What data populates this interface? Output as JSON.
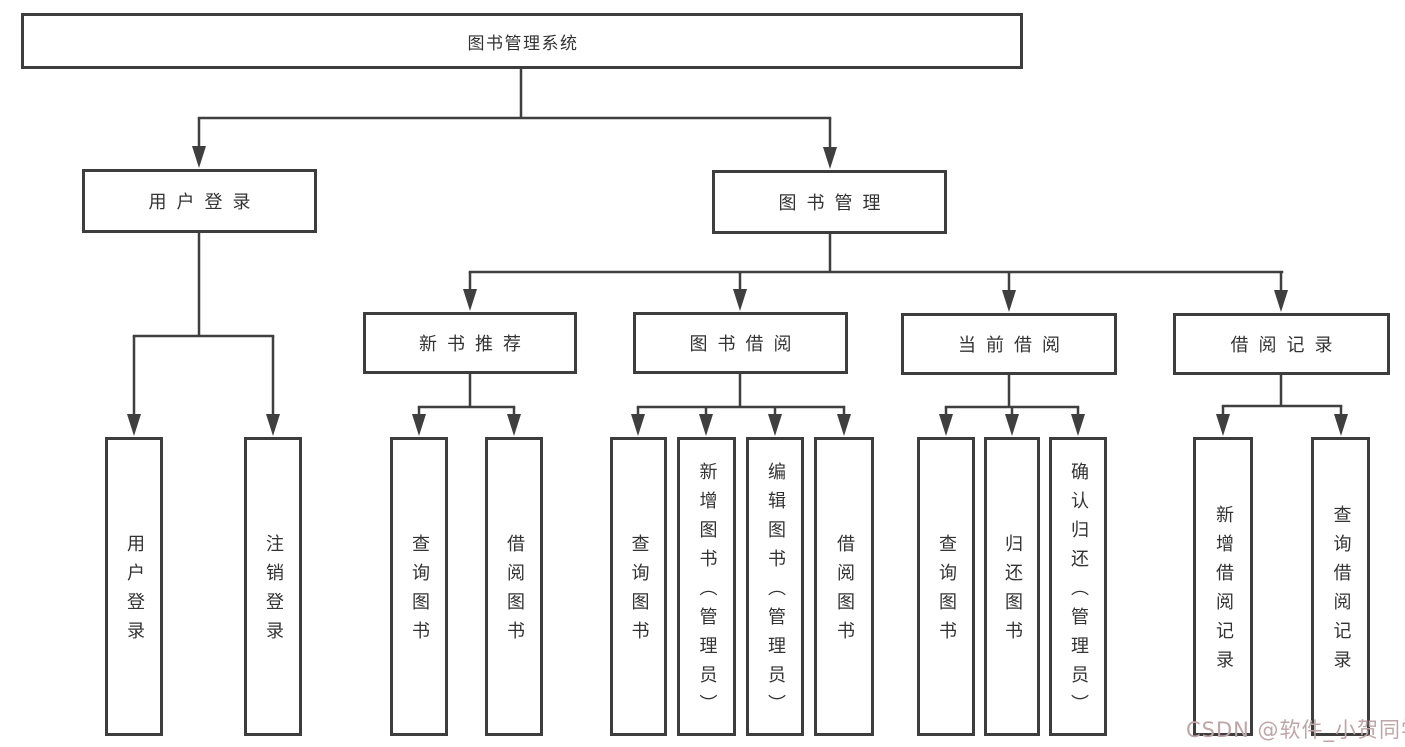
{
  "diagram": {
    "root": {
      "label": "图书管理系统"
    },
    "user_login": {
      "label": "用户登录",
      "children": [
        {
          "label": "用户登录"
        },
        {
          "label": "注销登录"
        }
      ]
    },
    "book_management": {
      "label": "图书管理",
      "modules": [
        {
          "label": "新书推荐",
          "children": [
            {
              "label": "查询图书"
            },
            {
              "label": "借阅图书"
            }
          ]
        },
        {
          "label": "图书借阅",
          "children": [
            {
              "label": "查询图书"
            },
            {
              "label": "新增图书（管理员）"
            },
            {
              "label": "编辑图书（管理员）"
            },
            {
              "label": "借阅图书"
            }
          ]
        },
        {
          "label": "当前借阅",
          "children": [
            {
              "label": "查询图书"
            },
            {
              "label": "归还图书"
            },
            {
              "label": "确认归还（管理员）"
            }
          ]
        },
        {
          "label": "借阅记录",
          "children": [
            {
              "label": "新增借阅记录"
            },
            {
              "label": "查询借阅记录"
            }
          ]
        }
      ]
    }
  },
  "watermark": {
    "text": "CSDN @软件_小贺同学"
  },
  "colors": {
    "line": "#3f3f3f",
    "border": "#3d3d3d",
    "text": "#333333",
    "background": "#ffffff",
    "watermark": "#bfa6a6"
  }
}
